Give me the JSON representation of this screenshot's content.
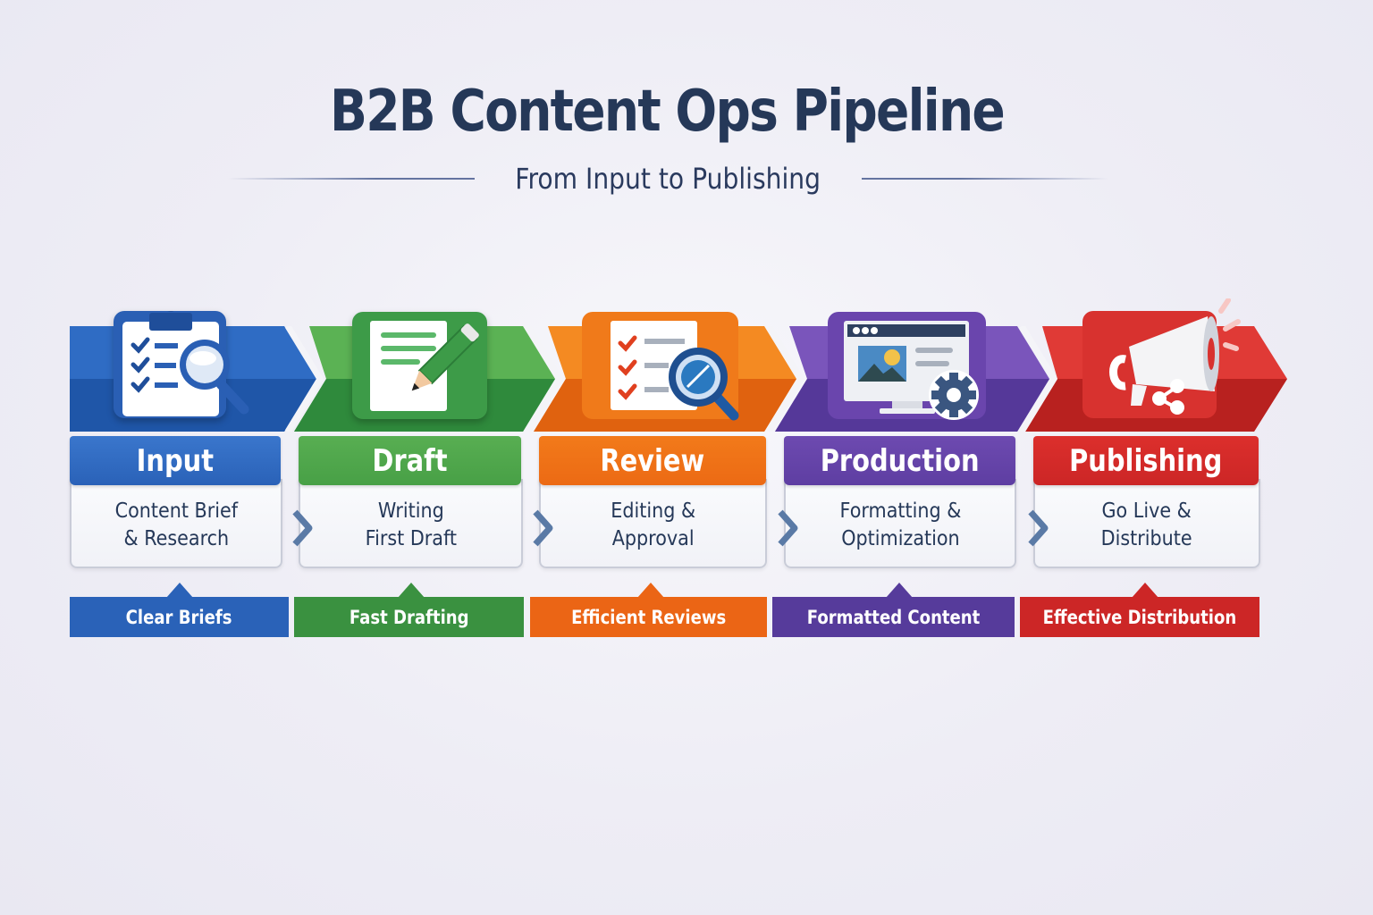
{
  "header": {
    "title": "B2B Content Ops Pipeline",
    "subtitle": "From Input to Publishing"
  },
  "stages": [
    {
      "name": "Input",
      "description": "Content Brief\n& Research",
      "tag": "Clear Briefs",
      "icon": "clipboard-checklist-magnifier-icon",
      "color": "#2f67bf",
      "color_dark": "#1f4fa0"
    },
    {
      "name": "Draft",
      "description": "Writing\nFirst Draft",
      "tag": "Fast Drafting",
      "icon": "document-pencil-icon",
      "color": "#4ea64a",
      "color_dark": "#2f8a3c"
    },
    {
      "name": "Review",
      "description": "Editing &\nApproval",
      "tag": "Efficient Reviews",
      "icon": "checklist-magnifier-icon",
      "color": "#f07a1a",
      "color_dark": "#e0600f"
    },
    {
      "name": "Production",
      "description": "Formatting &\nOptimization",
      "tag": "Formatted Content",
      "icon": "monitor-gear-icon",
      "color": "#6a45ad",
      "color_dark": "#533796"
    },
    {
      "name": "Publishing",
      "description": "Go Live &\nDistribute",
      "tag": "Effective Distribution",
      "icon": "megaphone-share-icon",
      "color": "#d8322f",
      "color_dark": "#b8201f"
    }
  ],
  "colors": {
    "title": "#253858",
    "card_border": "#c9ccd8",
    "chevron": "#5a7aa6"
  }
}
